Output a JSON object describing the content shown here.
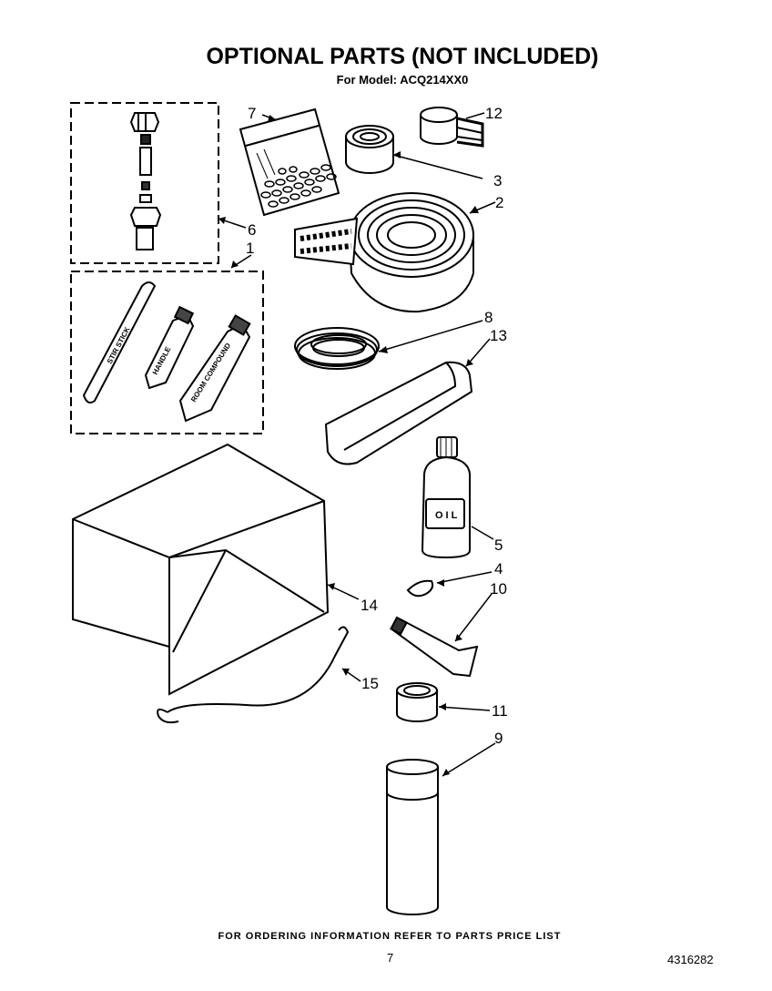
{
  "header": {
    "title": "OPTIONAL PARTS (NOT INCLUDED)",
    "subtitle": "For Model: ACQ214XX0"
  },
  "callouts": [
    "7",
    "12",
    "3",
    "2",
    "6",
    "1",
    "8",
    "13",
    "5",
    "4",
    "10",
    "14",
    "15",
    "11",
    "9"
  ],
  "part_labels": {
    "stir_stick": "STIR STICK",
    "tube_small": "HANDLE",
    "tube_large": "ROOM COMPOUND",
    "bottle": "OIL"
  },
  "footer": {
    "ordering_note": "FOR ORDERING INFORMATION REFER TO PARTS PRICE LIST",
    "page_number": "7",
    "document_number": "4316282"
  }
}
